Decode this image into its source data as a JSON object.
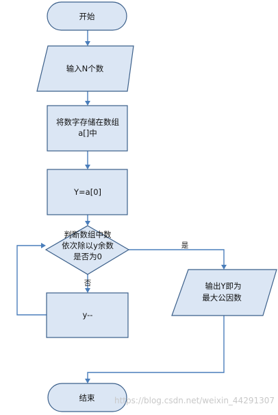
{
  "nodes": {
    "start": {
      "label": "开始"
    },
    "input": {
      "label": "输入N个数"
    },
    "store": {
      "line1": "将数字存储在数组",
      "line2": "a[]中"
    },
    "assign": {
      "label": "Y=a[0]"
    },
    "decision": {
      "line1": "判断数组中数",
      "line2": "依次除以y余数",
      "line3": "是否为0"
    },
    "decrement": {
      "label": "y--"
    },
    "output": {
      "line1": "输出Y即为",
      "line2": "最大公因数"
    },
    "end": {
      "label": "结束"
    }
  },
  "edges": {
    "yes_label": "是",
    "no_label": "否"
  },
  "watermark": "https://blog.csdn.net/weixin_44291307",
  "colors": {
    "shape_fill": "#dbe6f4",
    "shape_stroke": "#3b5f8a",
    "edge": "#4a7ebb"
  }
}
